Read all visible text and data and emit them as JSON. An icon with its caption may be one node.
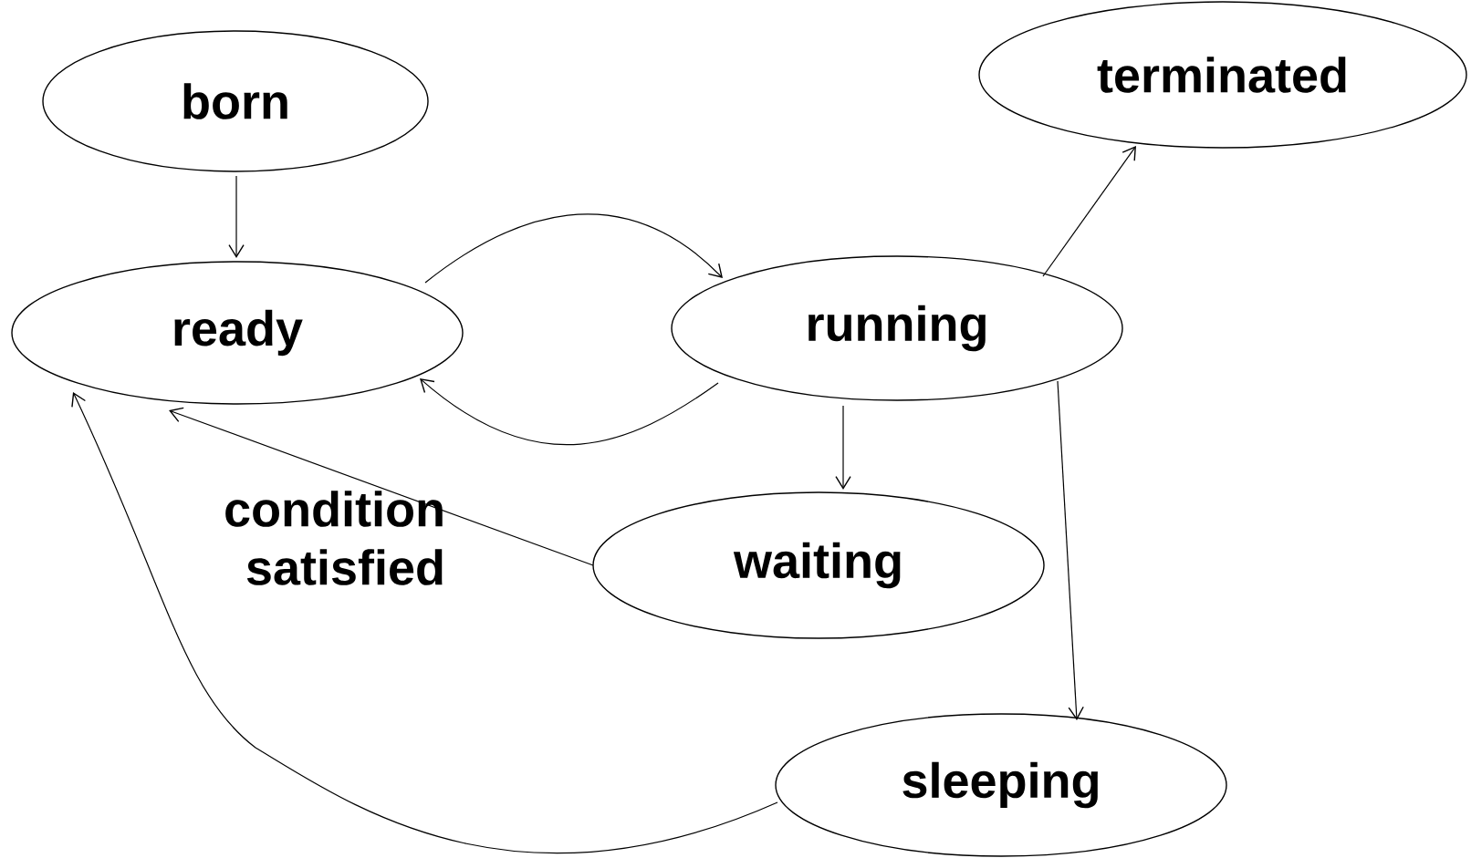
{
  "diagram": {
    "nodes": [
      {
        "text": [
          "born"
        ]
      },
      {
        "text": [
          "terminated"
        ]
      },
      {
        "text": [
          "ready"
        ]
      },
      {
        "text": [
          "running"
        ]
      },
      {
        "text": [
          "waiting"
        ]
      },
      {
        "text": [
          "sleeping"
        ]
      }
    ],
    "edges": [
      {
        "from": 0,
        "to": 2,
        "arrow": "to"
      },
      {
        "from": 2,
        "to": 3,
        "arrow": "to"
      },
      {
        "from": 3,
        "to": 2,
        "arrow": "to"
      },
      {
        "from": 3,
        "to": 1,
        "arrow": "to"
      },
      {
        "from": 3,
        "to": 4,
        "arrow": "to"
      },
      {
        "from": 3,
        "to": 5,
        "arrow": "to"
      },
      {
        "from": 4,
        "to": 2,
        "arrow": "to"
      },
      {
        "from": 5,
        "to": 2,
        "arrow": "to"
      }
    ],
    "labels": [
      "condition satisfied"
    ]
  }
}
